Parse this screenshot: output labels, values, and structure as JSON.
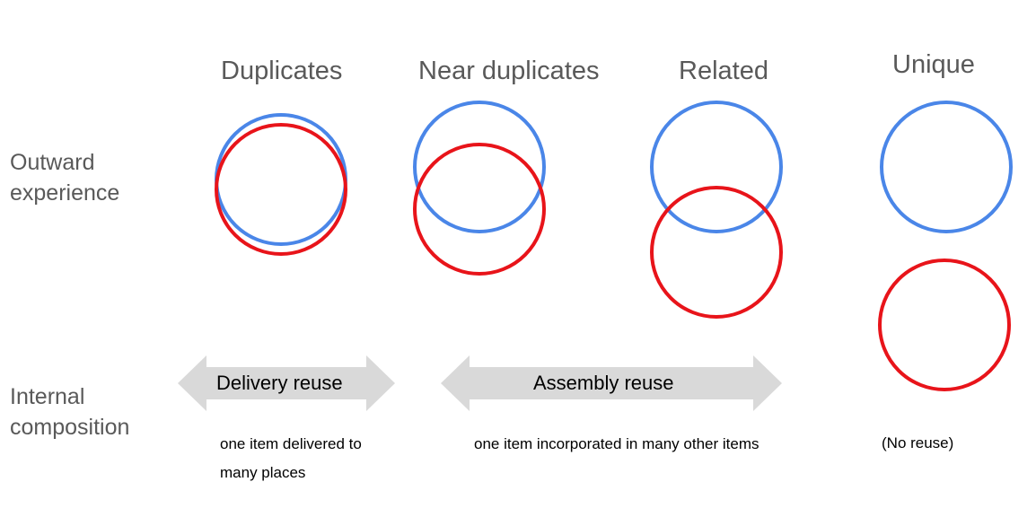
{
  "columns": {
    "duplicates": "Duplicates",
    "near_duplicates": "Near duplicates",
    "related": "Related",
    "unique": "Unique"
  },
  "rows": {
    "outward": [
      "Outward",
      "experience"
    ],
    "internal": [
      "Internal",
      "composition"
    ]
  },
  "arrows": {
    "delivery_reuse": "Delivery reuse",
    "assembly_reuse": "Assembly reuse"
  },
  "notes": {
    "delivery": [
      "one item delivered to",
      "many places"
    ],
    "assembly": "one item incorporated in many other items",
    "unique": "(No reuse)"
  },
  "colors": {
    "blue": "#4a86e8",
    "red": "#e8141a",
    "arrow_gray": "#d9d9d9",
    "text_gray": "#595959"
  }
}
